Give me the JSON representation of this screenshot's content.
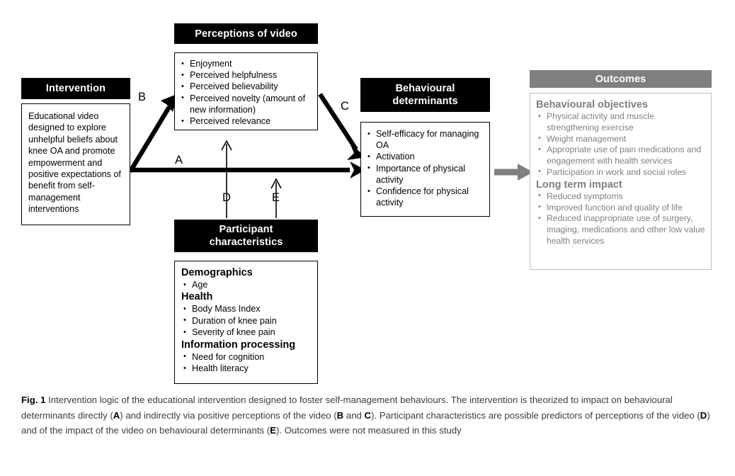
{
  "figure": {
    "intervention": {
      "header": "Intervention",
      "text": "Educational video designed to explore unhelpful beliefs about knee OA and promote empowerment and positive expectations of benefit from self-management interventions"
    },
    "perceptions": {
      "header": "Perceptions of video",
      "items": [
        "Enjoyment",
        "Perceived helpfulness",
        "Perceived believability",
        "Perceived novelty (amount of new information)",
        "Perceived relevance"
      ]
    },
    "behavioural_determinants": {
      "header_line1": "Behavioural",
      "header_line2": "determinants",
      "items": [
        "Self-efficacy for managing OA",
        "Activation",
        "Importance of physical activity",
        "Confidence for physical activity"
      ]
    },
    "outcomes": {
      "header": "Outcomes",
      "groups": [
        {
          "title": "Behavioural objectives",
          "items": [
            "Physical activity and muscle strengthening exercise",
            "Weight management",
            "Appropriate use of pain medications and engagement with health services",
            "Participation in work and social roles"
          ]
        },
        {
          "title": "Long term impact",
          "items": [
            "Reduced symptoms",
            "Improved function and quality of life",
            "Reduced inappropriate use of surgery, imaging, medications and other low value health services"
          ]
        }
      ]
    },
    "participant": {
      "header_line1": "Participant",
      "header_line2": "characteristics",
      "groups": [
        {
          "title": "Demographics",
          "items": [
            "Age"
          ]
        },
        {
          "title": "Health",
          "items": [
            "Body Mass Index",
            "Duration of knee pain",
            "Severity of knee pain"
          ]
        },
        {
          "title": "Information processing",
          "items": [
            "Need for cognition",
            "Health literacy"
          ]
        }
      ]
    },
    "arrow_labels": {
      "a": "A",
      "b": "B",
      "c": "C",
      "d": "D",
      "e": "E"
    },
    "colors": {
      "header_black": "#000000",
      "header_gray": "#7f7f7f",
      "outcomes_text": "#7f7f7f",
      "arrow_black": "#000000",
      "arrow_gray": "#7f7f7f"
    }
  },
  "caption": {
    "label": "Fig. 1",
    "part1": " Intervention logic of the educational intervention designed to foster self-management behaviours. The intervention is theorized to impact on behavioural determinants directly (",
    "bold_a": "A",
    "part2": ") and indirectly via positive perceptions of the video (",
    "bold_b": "B",
    "part3": " and ",
    "bold_c": "C",
    "part4": "). Participant characteristics are possible predictors of perceptions of the video (",
    "bold_d": "D",
    "part5": ") and of the impact of the video on behavioural determinants (",
    "bold_e": "E",
    "part6": "). Outcomes were not measured in this study"
  }
}
